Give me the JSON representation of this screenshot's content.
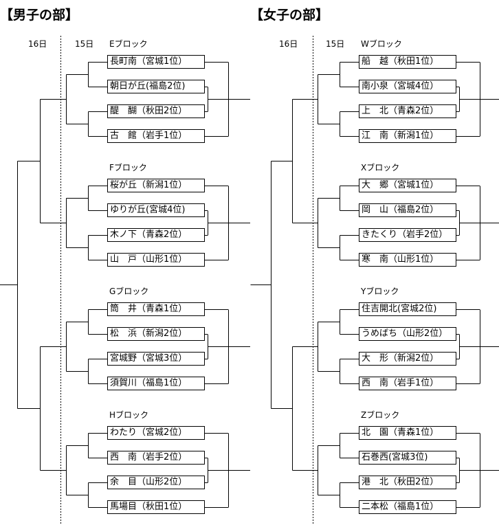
{
  "sections": [
    {
      "title": "【男子の部】",
      "day_final": "16日",
      "day_block": "15日",
      "blocks": [
        {
          "label": "Eブロック",
          "teams": [
            "長町南（宮城1位）",
            "朝日が丘(福島2位)",
            "醍　醐（秋田2位）",
            "古　館（岩手1位）"
          ]
        },
        {
          "label": "Fブロック",
          "teams": [
            "桜が丘（新潟1位）",
            "ゆりが丘(宮城4位)",
            "木ノ下（青森2位）",
            "山　戸（山形1位）"
          ]
        },
        {
          "label": "Gブロック",
          "teams": [
            "筒　井（青森1位）",
            "松　浜（新潟2位）",
            "宮城野（宮城3位）",
            "須賀川（福島1位）"
          ]
        },
        {
          "label": "Hブロック",
          "teams": [
            "わたり（宮城2位）",
            "西　南（岩手2位）",
            "余　目（山形2位）",
            "馬場目（秋田1位）"
          ]
        }
      ]
    },
    {
      "title": "【女子の部】",
      "day_final": "16日",
      "day_block": "15日",
      "blocks": [
        {
          "label": "Wブロック",
          "teams": [
            "船　越（秋田1位）",
            "南小泉（宮城4位）",
            "上　北（青森2位）",
            "江　南（新潟1位）"
          ]
        },
        {
          "label": "Xブロック",
          "teams": [
            "大　郷（宮城1位）",
            "岡　山（福島2位）",
            "きたくり（岩手2位）",
            "寒　南（山形1位）"
          ]
        },
        {
          "label": "Yブロック",
          "teams": [
            "住吉開北(宮城2位)",
            "うめばち（山形2位）",
            "大　形（新潟2位）",
            "西　南（岩手1位）"
          ]
        },
        {
          "label": "Zブロック",
          "teams": [
            "北　園（青森1位）",
            "石巻西(宮城3位)",
            "港　北（秋田2位）",
            "二本松（福島1位）"
          ]
        }
      ]
    }
  ]
}
